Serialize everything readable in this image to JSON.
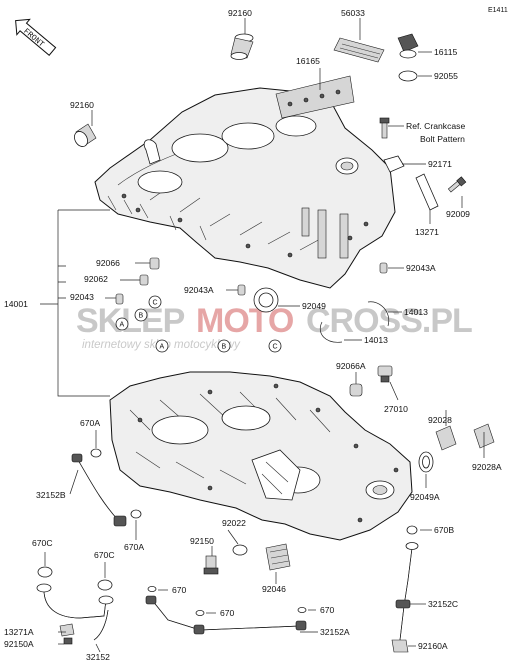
{
  "diagram_code": "E1411",
  "front_arrow": {
    "text": "FRONT"
  },
  "watermark": {
    "brand_left": "SKLEP",
    "brand_right": "MOTO",
    "brand_tld": "CROSS.PL",
    "tagline": "internetowy sklep motocyklowy",
    "color_left": "#c8c8c8",
    "color_right": "#e6a6a6"
  },
  "callouts": {
    "92160_top": "92160",
    "56033": "56033",
    "16115": "16115",
    "92055": "92055",
    "16165": "16165",
    "92160_left": "92160",
    "ref_line1": "Ref. Crankcase",
    "ref_line2": "Bolt Pattern",
    "92171": "92171",
    "92009": "92009",
    "13271": "13271",
    "92066": "92066",
    "92062": "92062",
    "92043": "92043",
    "14001": "14001",
    "92043A_right": "92043A",
    "92043A_mid": "92043A",
    "92049": "92049",
    "14013_a": "14013",
    "14013_b": "14013",
    "92066A": "92066A",
    "27010": "27010",
    "670A_left": "670A",
    "92028": "92028",
    "92028A": "92028A",
    "92049A": "92049A",
    "32152B": "32152B",
    "670A_bottom": "670A",
    "92022": "92022",
    "92150": "92150",
    "670B": "670B",
    "670C_left": "670C",
    "670C_mid": "670C",
    "92046": "92046",
    "670_1": "670",
    "670_2": "670",
    "670_3": "670",
    "32152C": "32152C",
    "32152A": "32152A",
    "13271A": "13271A",
    "92150A": "92150A",
    "32152": "32152",
    "92160A": "92160A"
  },
  "ref_markers": {
    "a": "A",
    "b": "B",
    "c": "C"
  }
}
